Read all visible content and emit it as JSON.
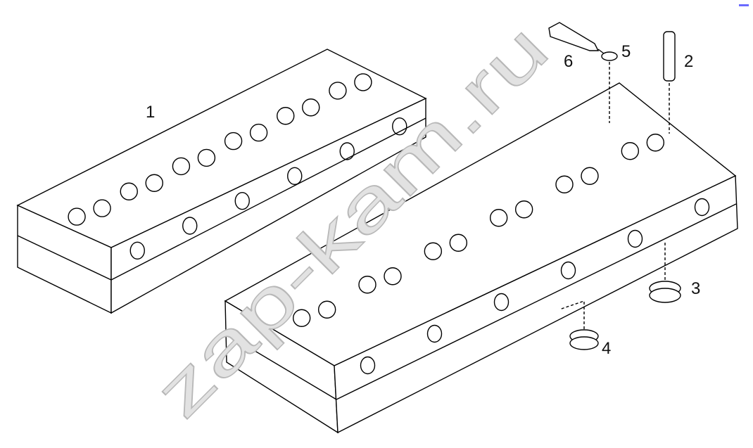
{
  "diagram": {
    "callouts": [
      {
        "id": "1",
        "label": "1"
      },
      {
        "id": "2",
        "label": "2"
      },
      {
        "id": "3",
        "label": "3"
      },
      {
        "id": "4",
        "label": "4"
      },
      {
        "id": "5",
        "label": "5"
      },
      {
        "id": "6",
        "label": "6"
      }
    ],
    "watermark": "zap-kam.ru",
    "line_color": "#000000"
  }
}
